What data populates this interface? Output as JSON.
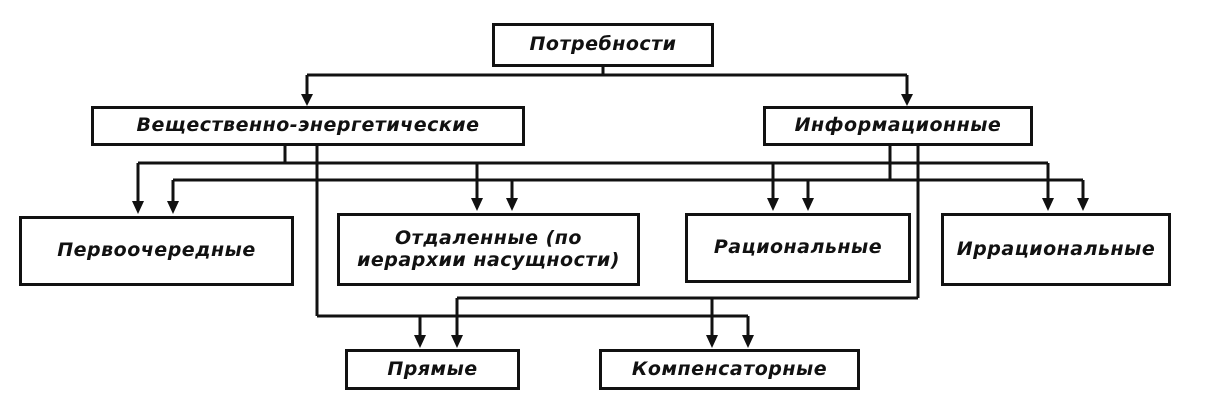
{
  "diagram": {
    "root": "Потребности",
    "level1": {
      "left": "Вещественно-энергетические",
      "right": "Информационные"
    },
    "level2": {
      "primary": "Первоочередные",
      "remote_line1": "Отдаленные (по",
      "remote_line2": "иерархии насущности)",
      "rational": "Рациональные",
      "irrational": "Иррациональные"
    },
    "level3": {
      "direct": "Прямые",
      "compensatory": "Компенсаторные"
    }
  }
}
